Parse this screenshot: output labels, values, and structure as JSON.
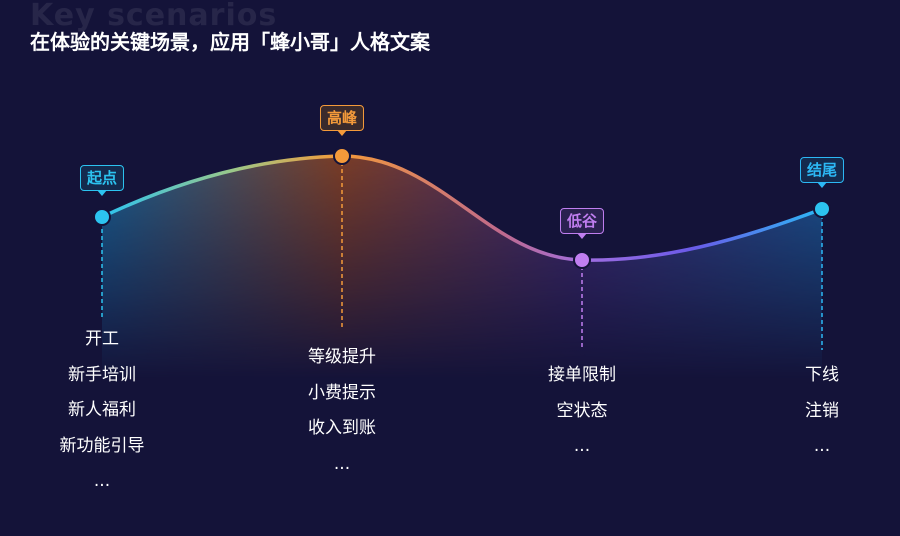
{
  "header": {
    "ghost_title": "Key scenarios",
    "title": "在体验的关键场景，应用「蜂小哥」人格文案"
  },
  "stages": [
    {
      "label": "起点",
      "color": "#2cc3f0",
      "items": [
        "开工",
        "新手培训",
        "新人福利",
        "新功能引导",
        "..."
      ]
    },
    {
      "label": "高峰",
      "color": "#f49a3a",
      "items": [
        "等级提升",
        "小费提示",
        "收入到账",
        "..."
      ]
    },
    {
      "label": "低谷",
      "color": "#c07ef0",
      "items": [
        "接单限制",
        "空状态",
        "..."
      ]
    },
    {
      "label": "结尾",
      "color": "#2cb8f5",
      "items": [
        "下线",
        "注销",
        "..."
      ]
    }
  ]
}
